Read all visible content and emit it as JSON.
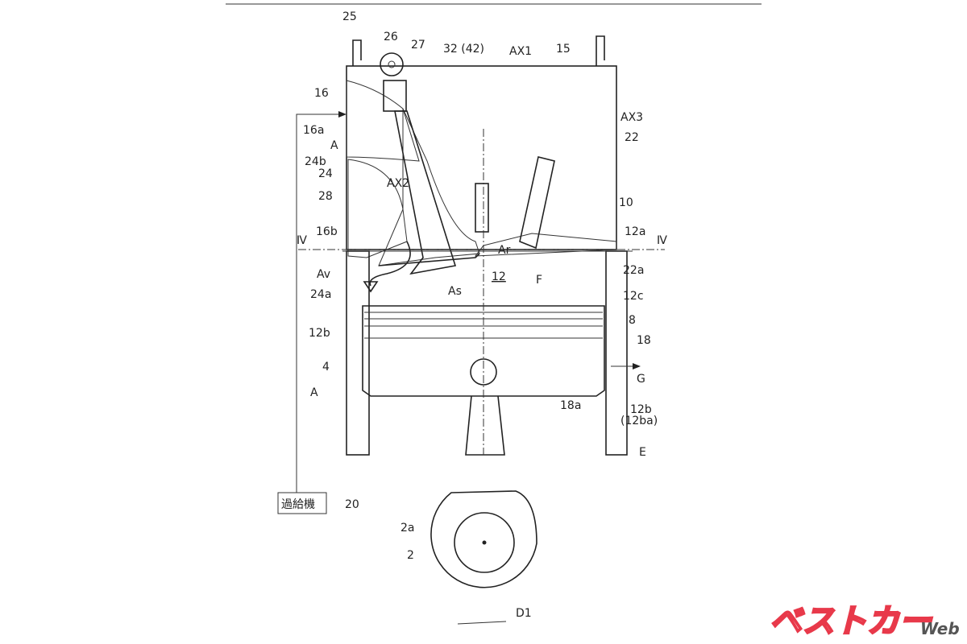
{
  "figure": {
    "labels": {
      "l25": "25",
      "l26": "26",
      "l27": "27",
      "l32": "32 (42)",
      "ax1": "AX1",
      "l15": "15",
      "l16": "16",
      "l16a": "16a",
      "lA": "A",
      "l24b": "24b",
      "l24": "24",
      "ax2": "AX2",
      "ax3": "AX3",
      "l22": "22",
      "l10": "10",
      "l28": "28",
      "l16b": "16b",
      "iv_left": "Ⅳ",
      "iv_right": "Ⅳ",
      "l12a": "12a",
      "ar": "Ar",
      "as": "As",
      "l12": "12",
      "f": "F",
      "av": "Av",
      "l24a": "24a",
      "l22a": "22a",
      "l12c": "12c",
      "l8": "8",
      "l12b_left": "12b",
      "l18": "18",
      "l4": "4",
      "g": "G",
      "l18a": "18a",
      "lA2": "A",
      "l12b_right": "12b",
      "l12ba": "(12ba)",
      "e": "E",
      "l20": "20",
      "l2a": "2a",
      "l2": "2",
      "d1": "D1"
    },
    "supercharger_label": "過給機"
  },
  "logo": {
    "main": "ベストカー",
    "suffix": "Web",
    "color": "#e8394a"
  }
}
